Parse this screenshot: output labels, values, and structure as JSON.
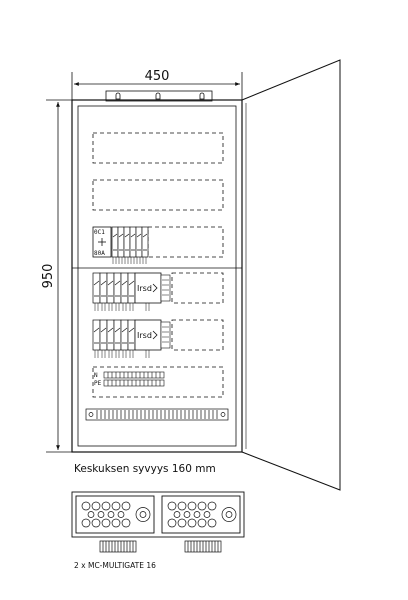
{
  "dimensions": {
    "width_label": "450",
    "height_label": "950"
  },
  "panel_labels": {
    "main_switch_line1": "0C1",
    "main_switch_line2": "80A",
    "irsd_1": "Irsd",
    "irsd_2": "Irsd",
    "terminal_n": "N",
    "terminal_pe": "PE"
  },
  "captions": {
    "depth_note": "Keskuksen syvyys 160 mm",
    "gland_note": "2 x MC-MULTIGATE 16"
  },
  "colors": {
    "line": "#111111",
    "background": "#ffffff"
  }
}
